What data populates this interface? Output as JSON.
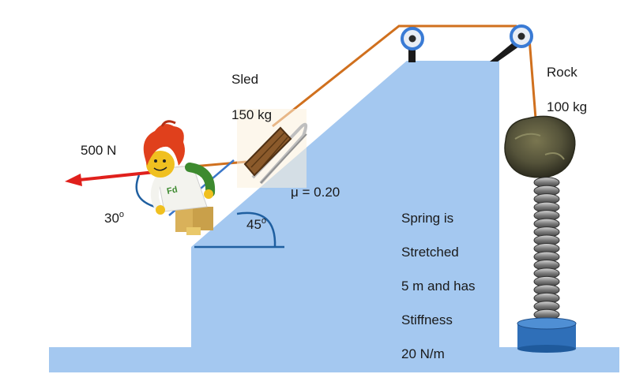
{
  "labels": {
    "sled_name": "Sled",
    "sled_mass": "150 kg",
    "rock_name": "Rock",
    "rock_mass": "100 kg",
    "force": "500 N",
    "force_angle": "30",
    "force_angle_unit": "o",
    "incline_angle": "45",
    "incline_angle_unit": "o",
    "friction": "μ = 0.20",
    "spring_text": [
      "Spring is",
      "Stretched",
      "5 m and has",
      "Stiffness",
      "20 N/m"
    ],
    "shirt_text": "Fd"
  },
  "colors": {
    "ramp": "#a4c8f0",
    "rope": "#d0701e",
    "force_arrow": "#e0201c",
    "angle_arc": "#1f5fa0",
    "spring_base": "#2f6fb8",
    "spring_coil": "#6e6e6e",
    "rock": "#5b5a3e",
    "sled": "#8b5a2b",
    "pulley": "#3a7bd5"
  },
  "icons": {
    "pulley_left": "pulley-icon",
    "pulley_right": "pulley-icon",
    "character": "lego-figure-icon",
    "sled": "sled-icon",
    "rock": "rock-icon",
    "spring": "spring-icon"
  }
}
